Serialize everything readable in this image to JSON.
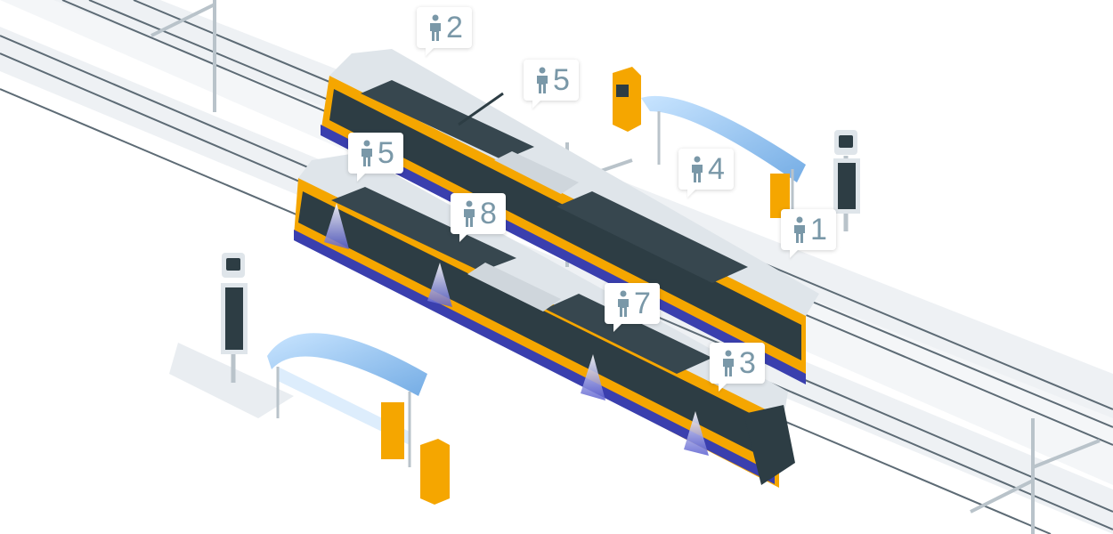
{
  "colors": {
    "tram_body": "#f5a600",
    "tram_roof": "#dfe5ea",
    "tram_window": "#2d3d44",
    "tram_stripe": "#3a3fae",
    "shelter_glass": "#7fb6ea",
    "ground": "#eef1f4",
    "rail": "#5d6b75",
    "badge_text": "#7a98a8"
  },
  "icons": {
    "badge": "person-icon",
    "stop_sign": "bus-stop-icon"
  },
  "passenger_badges": [
    {
      "count": "2"
    },
    {
      "count": "5"
    },
    {
      "count": "5"
    },
    {
      "count": "8"
    },
    {
      "count": "4"
    },
    {
      "count": "1"
    },
    {
      "count": "7"
    },
    {
      "count": "3"
    }
  ]
}
